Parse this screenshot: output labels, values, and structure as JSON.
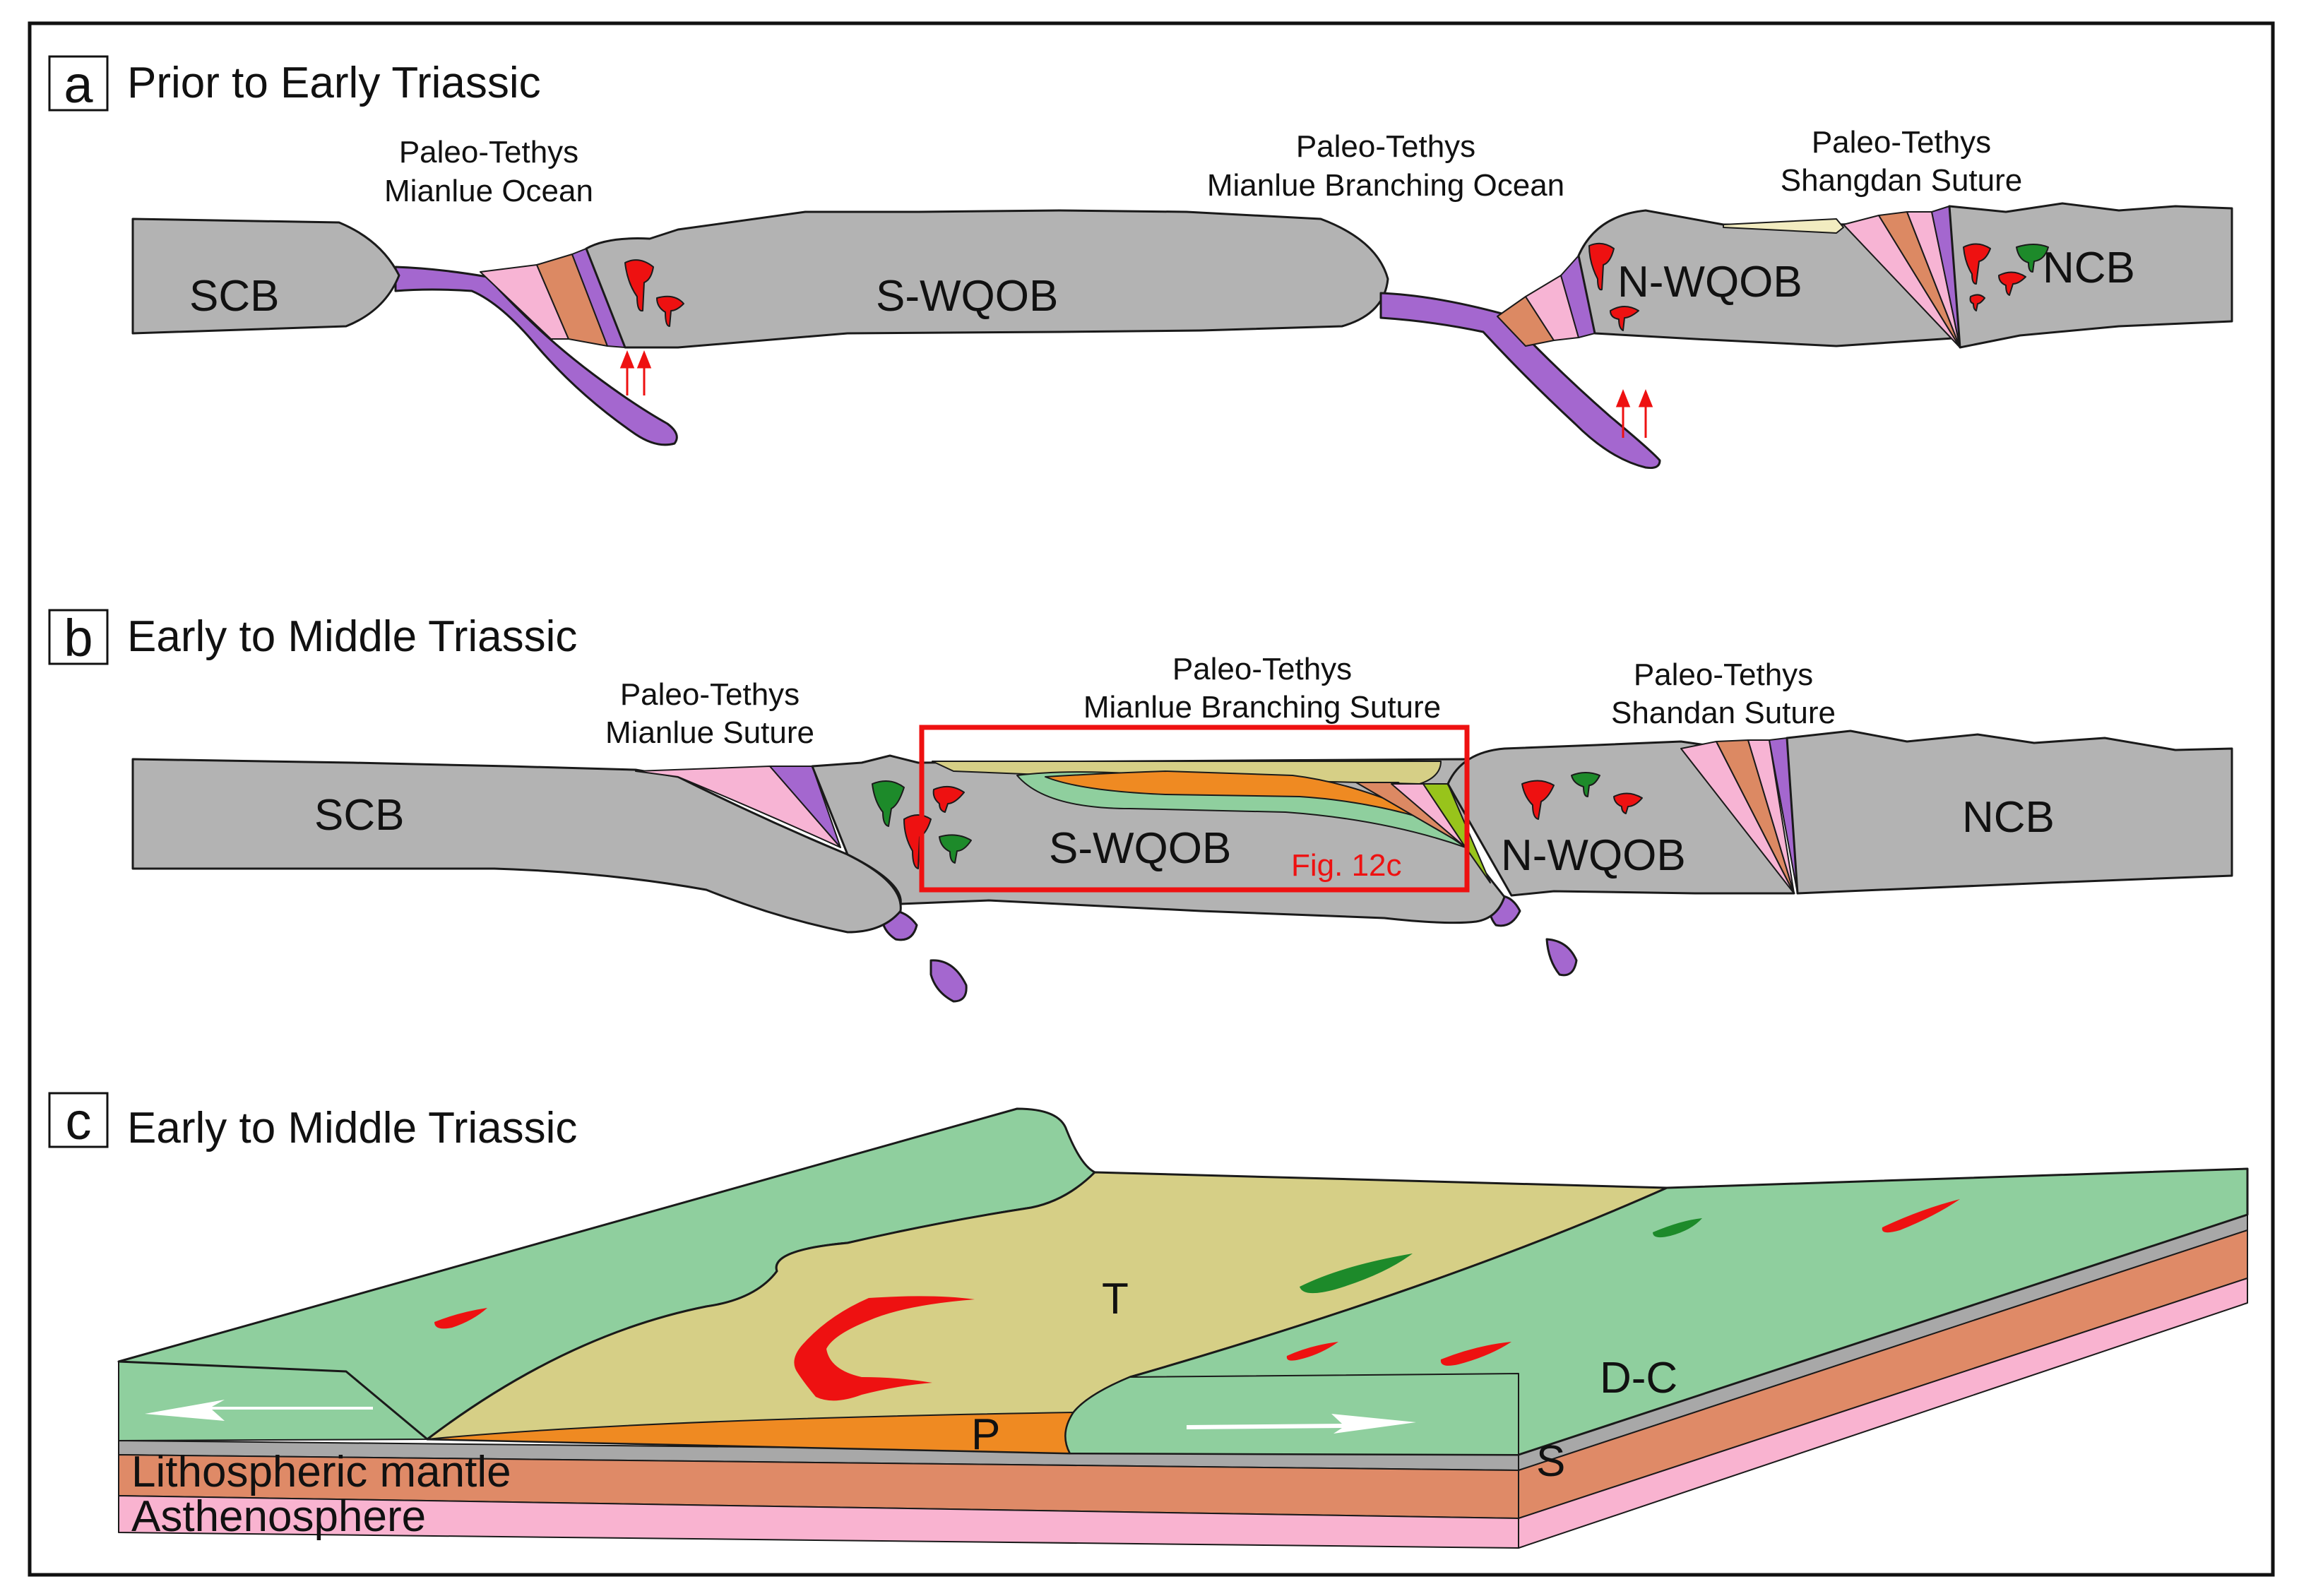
{
  "colors": {
    "crust_gray": "#b3b3b3",
    "oceanic_purple": "#a467cf",
    "pink": "#f7b4d4",
    "brown": "#dc8963",
    "pluton_red": "#ee1111",
    "pluton_green": "#1d8a2a",
    "triassic_khaki": "#d6cf86",
    "permian_orange": "#ef8a22",
    "dc_green": "#8fcf9e",
    "lithosphere": "#df8a67",
    "asthenosphere": "#f9b3d0",
    "box_red": "#ee1111",
    "lime": "#98c41b",
    "arrow_white": "#ffffff"
  },
  "panel_a": {
    "letter": "a",
    "title": "Prior to Early Triassic",
    "labels": {
      "scb": "SCB",
      "swqob": "S-WQOB",
      "nwqob": "N-WQOB",
      "ncb": "NCB",
      "ocean1_line1": "Paleo-Tethys",
      "ocean1_line2": "Mianlue Ocean",
      "ocean2_line1": "Paleo-Tethys",
      "ocean2_line2": "Mianlue Branching Ocean",
      "suture_line1": "Paleo-Tethys",
      "suture_line2": "Shangdan Suture"
    }
  },
  "panel_b": {
    "letter": "b",
    "title": "Early to Middle Triassic",
    "labels": {
      "scb": "SCB",
      "swqob": "S-WQOB",
      "nwqob": "N-WQOB",
      "ncb": "NCB",
      "s1_line1": "Paleo-Tethys",
      "s1_line2": "Mianlue Suture",
      "s2_line1": "Paleo-Tethys",
      "s2_line2": "Mianlue Branching Suture",
      "s3_line1": "Paleo-Tethys",
      "s3_line2": "Shandan Suture",
      "fig_ref": "Fig. 12c"
    }
  },
  "panel_c": {
    "letter": "c",
    "title": "Early to Middle Triassic",
    "labels": {
      "t": "T",
      "p": "P",
      "dc": "D-C",
      "s": "S",
      "litho": "Lithospheric mantle",
      "astheno": "Asthenosphere"
    }
  }
}
